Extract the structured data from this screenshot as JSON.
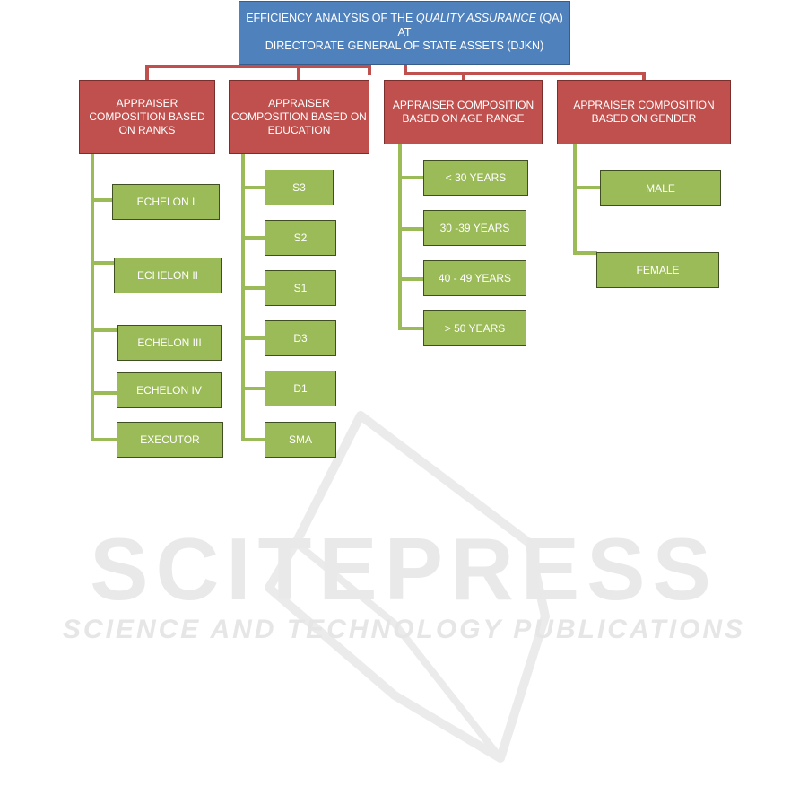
{
  "title": {
    "line1_pre": "EFFICIENCY ANALYSIS OF THE ",
    "line1_em": "QUALITY ASSURANCE",
    "line1_post": " (QA) AT",
    "line2": "DIRECTORATE GENERAL OF STATE ASSETS (DJKN)"
  },
  "categories": [
    {
      "label": "APPRAISER COMPOSITION BASED ON RANKS",
      "items": [
        "ECHELON I",
        "ECHELON II",
        "ECHELON III",
        "ECHELON IV",
        "EXECUTOR"
      ]
    },
    {
      "label": "APPRAISER COMPOSITION BASED ON EDUCATION",
      "items": [
        "S3",
        "S2",
        "S1",
        "D3",
        "D1",
        "SMA"
      ]
    },
    {
      "label": "APPRAISER COMPOSITION BASED ON AGE RANGE",
      "items": [
        "< 30 YEARS",
        "30 -39 YEARS",
        "40 - 49 YEARS",
        "> 50 YEARS"
      ]
    },
    {
      "label": "APPRAISER COMPOSITION BASED ON GENDER",
      "items": [
        "MALE",
        "FEMALE"
      ]
    }
  ],
  "watermark": {
    "brand": "SCITEPRESS",
    "tagline": "SCIENCE AND TECHNOLOGY PUBLICATIONS"
  },
  "colors": {
    "title_box": "#4f81bd",
    "category_box": "#c0504d",
    "leaf_box": "#9bbb59"
  }
}
